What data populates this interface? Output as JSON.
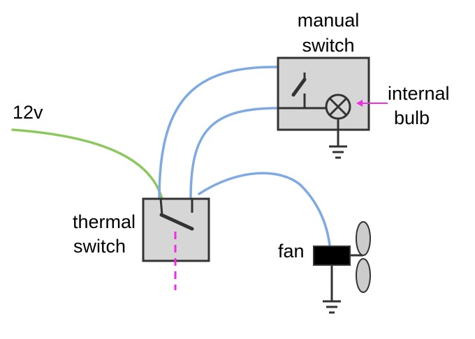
{
  "labels": {
    "supply": "12v",
    "manual_switch_line1": "manual",
    "manual_switch_line2": "switch",
    "internal_bulb_line1": "internal",
    "internal_bulb_line2": "bulb",
    "thermal_switch_line1": "thermal",
    "thermal_switch_line2": "switch",
    "fan": "fan"
  },
  "colors": {
    "supply_wire": "#8dc85e",
    "signal_wire": "#7ea9e3",
    "annotation": "#ee2ee4",
    "box_fill": "#d6d6d6",
    "stroke": "#333333",
    "fan_body": "#000000",
    "fan_blade": "#cccccc"
  },
  "icons": {
    "bulb": "lamp-cross-icon",
    "ground": "ground-icon",
    "fan": "fan-icon"
  }
}
